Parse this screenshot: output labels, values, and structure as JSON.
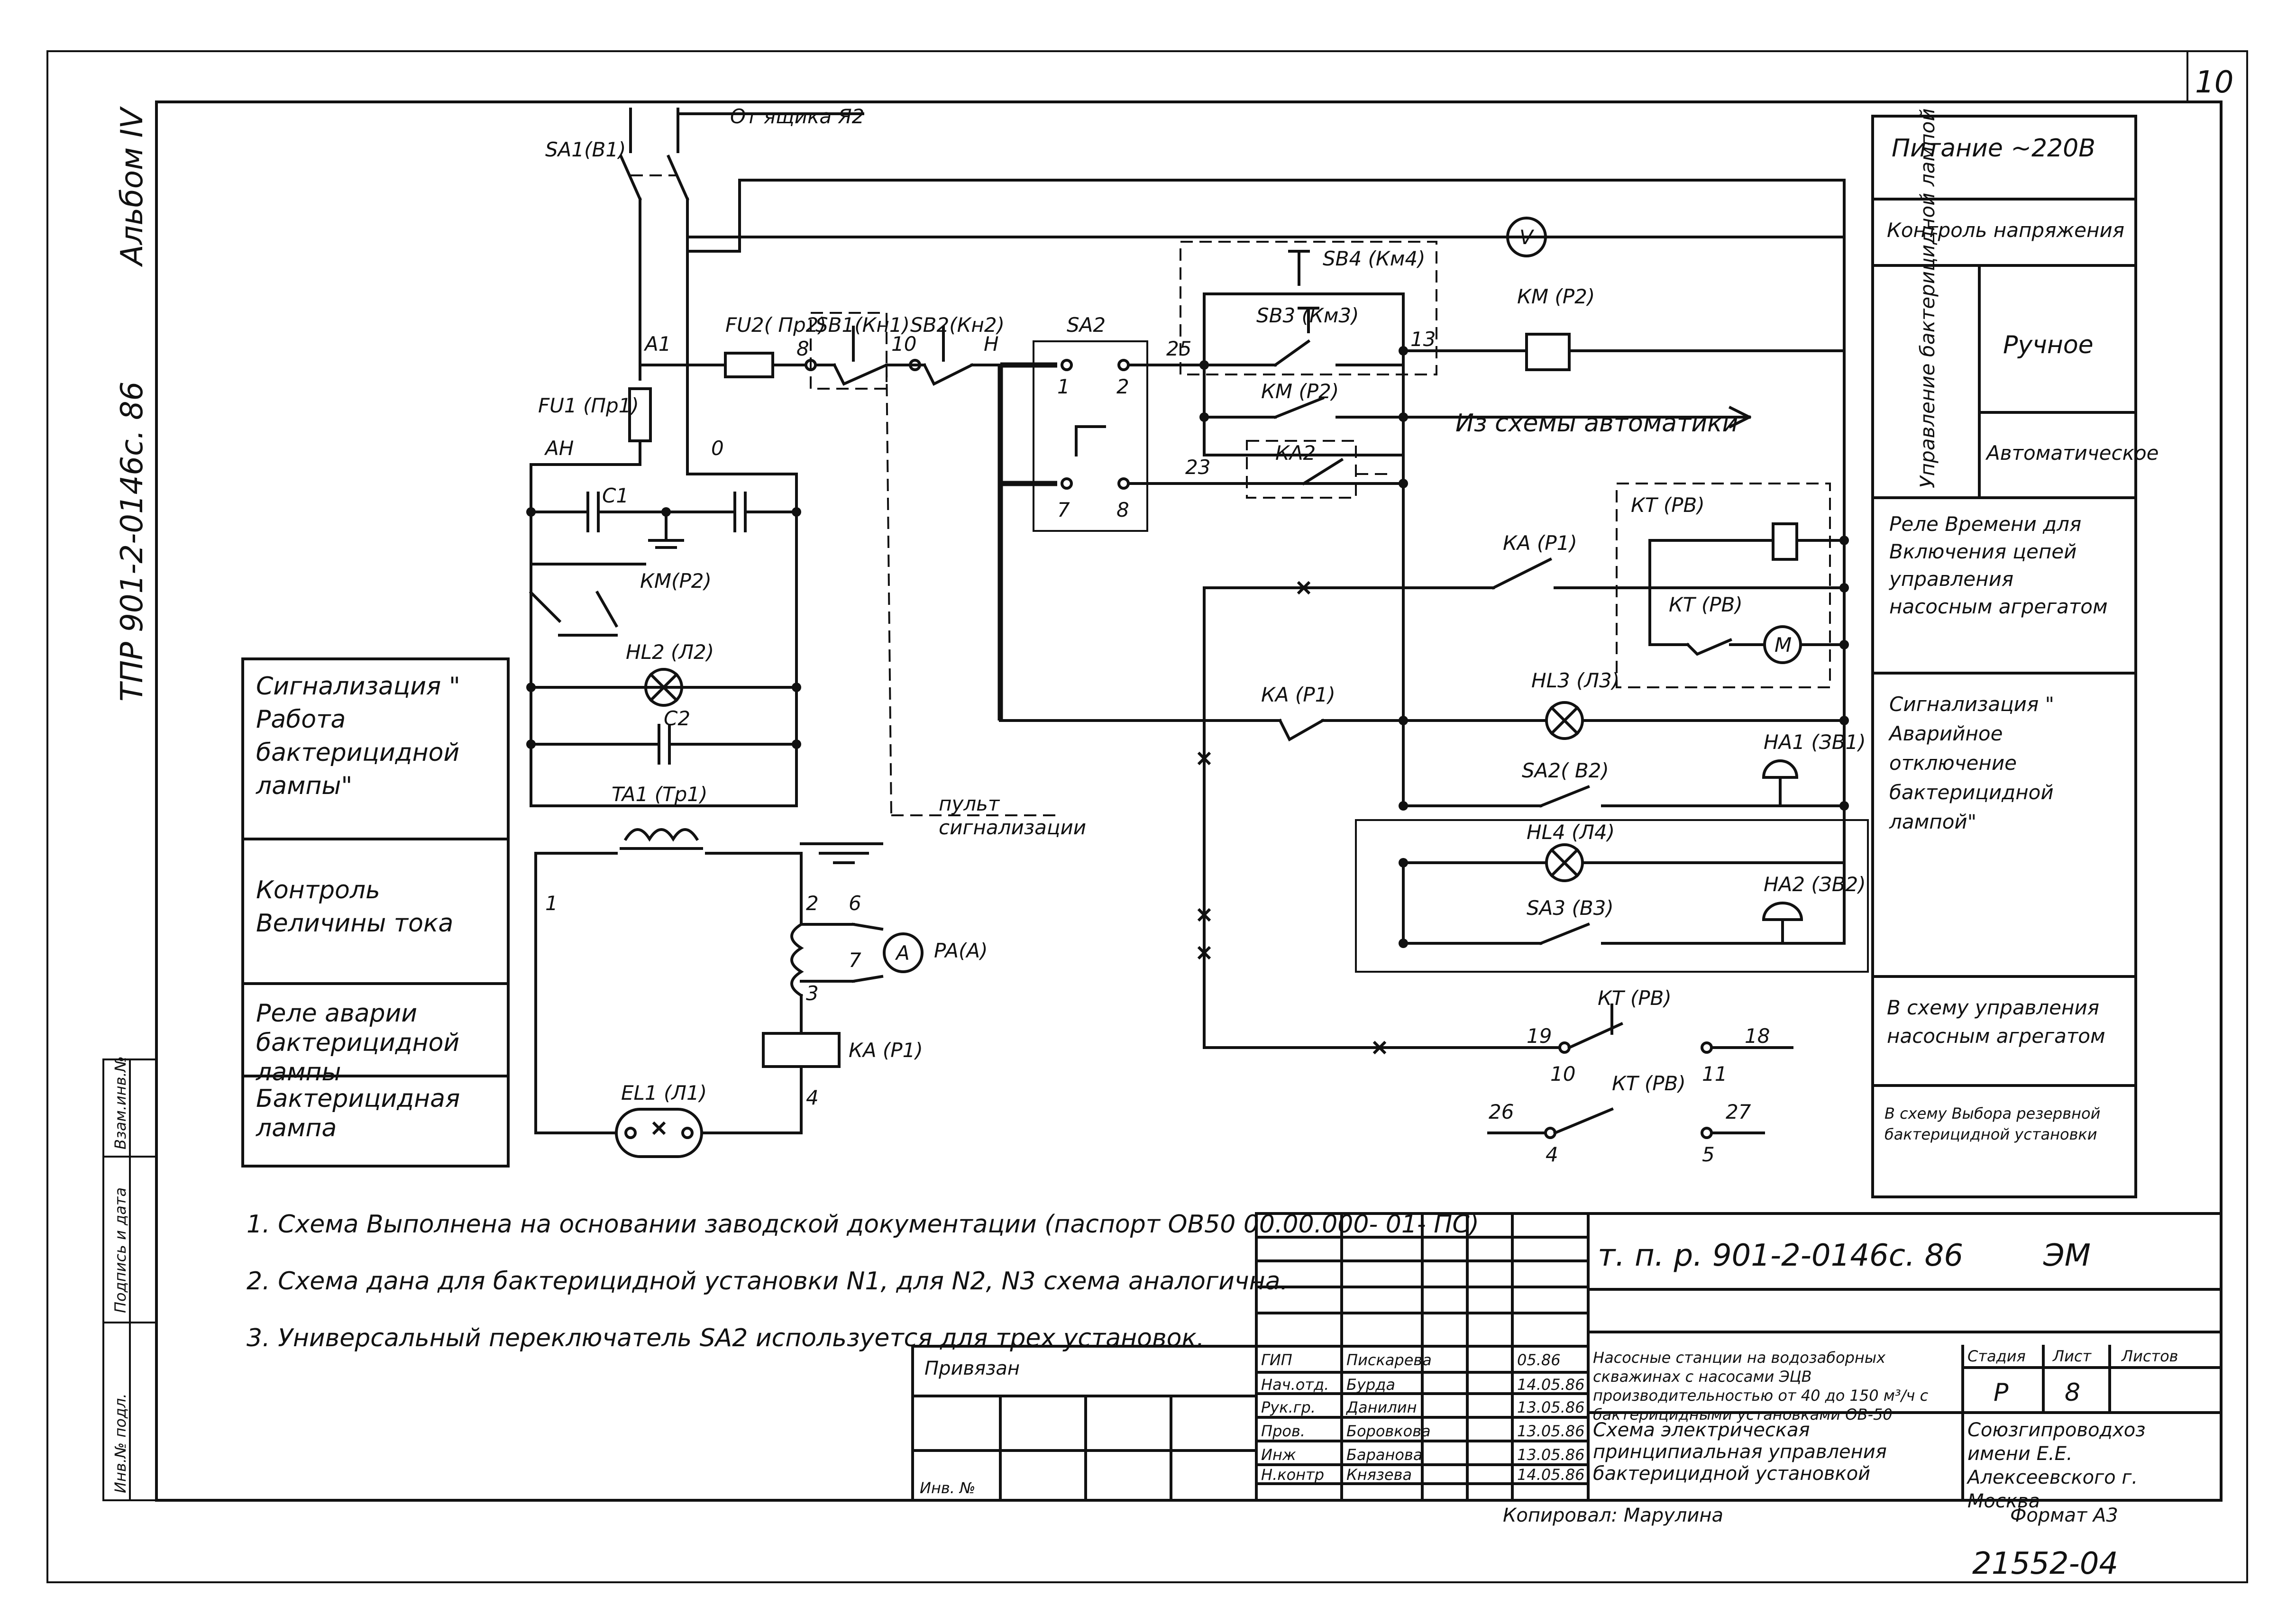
{
  "sheet": {
    "sheet_corner_number": "10",
    "album": "Альбом IV",
    "doc_side": "ТПР 901-2-0146с. 86",
    "copy_number": "21552-04"
  },
  "left_strip": {
    "inv_podl": "Инв.№ подл.",
    "podpis_data": "Подпись и дата",
    "vzam_inv": "Взам.инв.№"
  },
  "legend_left": [
    "Сигнализация \" Работа бактерицидной лампы\"",
    "Контроль Величины тока",
    "Реле аварии бактерицидной лампы",
    "Бактерицидная лампа"
  ],
  "legend_right": {
    "power": "Питание ~220В",
    "voltage_control": "Контроль напряжения",
    "lamp_control": "Управление бактерицидной лампой",
    "manual": "Ручное",
    "auto": "Автоматическое",
    "time_relay": "Реле Времени для Включения цепей управления насосным агрегатом",
    "alarm": "Сигнализация \" Аварийное отключение бактерицидной лампой\"",
    "to_pump": "В схему управления насосным агрегатом",
    "to_reserve": "В схему Выбора резервной бактерицидной установки"
  },
  "labels": {
    "sa1": "SA1(В1)",
    "from_box": "От ящика Я2",
    "a1": "А1",
    "fu1": "FU1 (Пр1)",
    "fu2": "FU2( Пр2)",
    "an": "АН",
    "o": "0",
    "c1": "С1",
    "km_pr2_a": "КМ(Р2)",
    "hl2": "HL2 (Л2)",
    "c2": "С2",
    "ta1": "TA1 (Тр1)",
    "n1": "1",
    "n2": "2",
    "n6": "6",
    "n7": "7",
    "n3": "3",
    "n4": "4",
    "pa": "PA(А)",
    "ka_coil": "КА (Р1)",
    "el1": "EL1 (Л1)",
    "sb1": "SB1(Кн1)",
    "sb2": "SB2(Кн2)",
    "n8": "8",
    "n10": "10",
    "nH": "Н",
    "sa2": "SA2",
    "c1t": "1",
    "c2t": "2",
    "c7t": "7",
    "c8t": "8",
    "n25": "25",
    "n23": "23",
    "sb4": "SB4 (Км4)",
    "sb3": "SB3 (Км3)",
    "km_pr2_b": "КМ (Р2)",
    "n13": "13",
    "km_coil": "КМ (Р2)",
    "from_auto": "Из схемы автоматики",
    "ka2": "КА2",
    "kt_pb": "КТ (РВ)",
    "ka_p1_a": "КА (Р1)",
    "kt_pb2": "КТ (РВ)",
    "ka_p1_b": "КА (Р1)",
    "hl3": "HL3 (Л3)",
    "ha1": "HA1 (ЗВ1)",
    "sa2_b2": "SA2( В2)",
    "panel": "пульт сигнализации",
    "hl4": "HL4 (Л4)",
    "sa3": "SA3 (В3)",
    "ha2": "HA2 (ЗВ2)",
    "n19": "19",
    "kt_pb3": "КТ (РВ)",
    "n18": "18",
    "n10b": "10",
    "n11": "11",
    "n26": "26",
    "kt_pb4": "КТ (РВ)",
    "n27": "27",
    "n4b": "4",
    "n5": "5",
    "m": "M",
    "v": "V",
    "a": "A"
  },
  "notes": [
    "1. Схема Выполнена на основании заводской документации (паспорт ОВ50 00.00.000- 01- ПС)",
    "2. Схема дана для бактерицидной установки N1, для N2, N3 схема аналогична.",
    "3. Универсальный переключатель SA2 используется для трех установок."
  ],
  "title_block": {
    "code": "т. п. р. 901-2-0146с. 86",
    "mark": "ЭМ",
    "privyazan": "Привязан",
    "inv_no": "Инв. №",
    "roles": [
      "ГИП",
      "Нач.отд.",
      "Рук.гр.",
      "Пров.",
      "Инж",
      "Н.контр"
    ],
    "names": [
      "Пискарева",
      "Бурда",
      "Данилин",
      "Боровкова",
      "Баранова",
      "Князева"
    ],
    "dates": [
      "05.86",
      "14.05.86",
      "13.05.86",
      "13.05.86",
      "13.05.86",
      "14.05.86"
    ],
    "project": "Насосные станции на водозаборных скважинах с насосами ЭЦВ производительностью от 40 до 150 м³/ч с бактерицидными установками ОВ-50",
    "drawing": "Схема электрическая принципиальная управления бактерицидной установкой",
    "h_stage": "Стадия",
    "h_sheet": "Лист",
    "h_sheets": "Листов",
    "stage": "Р",
    "sheet": "8",
    "org": "Союзгипроводхоз имени Е.Е. Алексеевского г. Москва",
    "copied": "Копировал: Марулина",
    "format": "Формат А3"
  }
}
